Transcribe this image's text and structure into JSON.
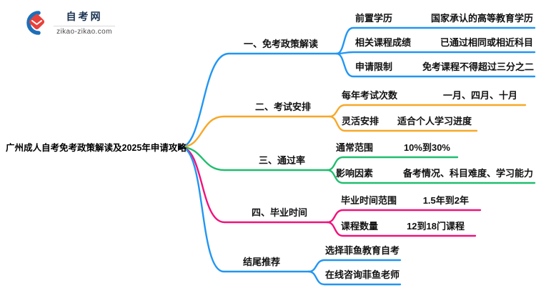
{
  "logo": {
    "title": "自考网",
    "domain": "zikao-zikao.com",
    "icon": "graduation-cap-icon"
  },
  "central_topic": "广州成人自考免考政策解读及2025年申请攻略",
  "colors": {
    "blue": "#2196F3",
    "orange": "#F7A827",
    "green": "#1FBE6E",
    "pink": "#F0127C",
    "logo_blue": "#1c6fb8",
    "logo_red": "#e8413c",
    "text": "#111111"
  },
  "branches": [
    {
      "label": "一、免考政策解读",
      "color_key": "blue",
      "items": [
        {
          "label": "前置学历",
          "value": "国家承认的高等教育学历"
        },
        {
          "label": "相关课程成绩",
          "value": "已通过相同或相近科目"
        },
        {
          "label": "申请限制",
          "value": "免考课程不得超过三分之二"
        }
      ]
    },
    {
      "label": "二、考试安排",
      "color_key": "orange",
      "items": [
        {
          "label": "每年考试次数",
          "value": "一月、四月、十月"
        },
        {
          "label": "灵活安排",
          "value": "适合个人学习进度"
        }
      ]
    },
    {
      "label": "三、通过率",
      "color_key": "green",
      "items": [
        {
          "label": "通常范围",
          "value": "10%到30%"
        },
        {
          "label": "影响因素",
          "value": "备考情况、科目难度、学习能力"
        }
      ]
    },
    {
      "label": "四、毕业时间",
      "color_key": "pink",
      "items": [
        {
          "label": "毕业时间范围",
          "value": "1.5年到2年"
        },
        {
          "label": "课程数量",
          "value": "12到18门课程"
        }
      ]
    },
    {
      "label": "结尾推荐",
      "color_key": "blue",
      "items": [
        {
          "label": "选择菲鱼教育自考"
        },
        {
          "label": "在线咨询菲鱼老师"
        }
      ]
    }
  ]
}
